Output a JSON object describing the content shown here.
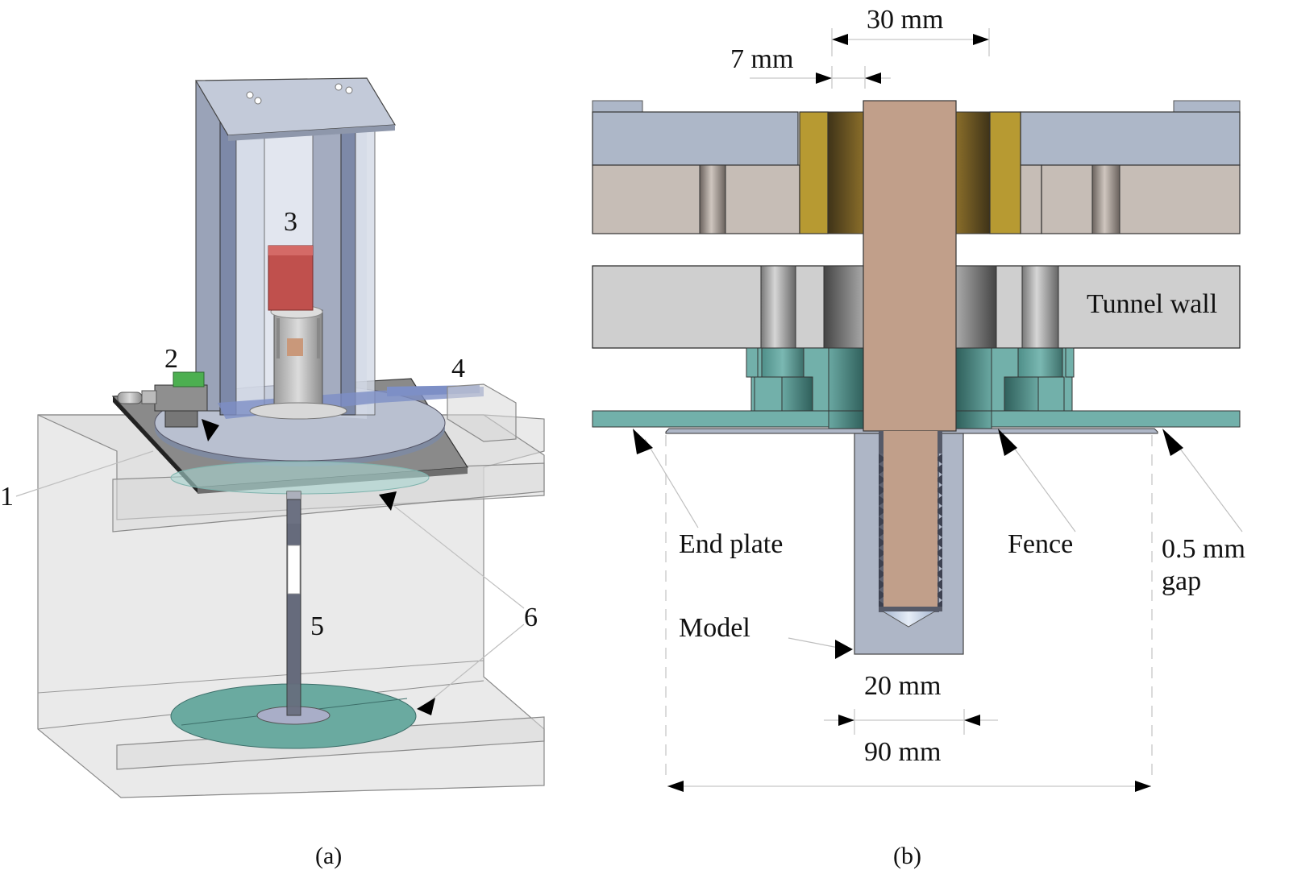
{
  "figure": {
    "panel_a": {
      "caption": "(a)",
      "callouts": [
        {
          "id": "1",
          "label": "1"
        },
        {
          "id": "2",
          "label": "2"
        },
        {
          "id": "3",
          "label": "3"
        },
        {
          "id": "4",
          "label": "4"
        },
        {
          "id": "5",
          "label": "5"
        },
        {
          "id": "6",
          "label": "6"
        }
      ]
    },
    "panel_b": {
      "caption": "(b)",
      "labels": {
        "tunnel_wall": "Tunnel wall",
        "end_plate": "End plate",
        "fence": "Fence",
        "gap_line1": "0.5 mm",
        "gap_line2": "gap",
        "model": "Model"
      },
      "dimensions": {
        "outer_bush": "30 mm",
        "bush_wall": "7 mm",
        "model_width": "20 mm",
        "end_plate_width": "90 mm"
      }
    },
    "colors": {
      "top_plate": "#adb7c8",
      "lower_plate": "#c6bdb6",
      "bushing": "#b79a32",
      "bushing_dark": "#6f5a22",
      "shaft": "#c19f8a",
      "tunnel_wall": "#cfcfcf",
      "end_plate": "#72b0aa",
      "model": "#aeb6c6",
      "motor": "#c0504d",
      "sensor": "#4caf50",
      "frame": "#9aa5bd"
    }
  }
}
